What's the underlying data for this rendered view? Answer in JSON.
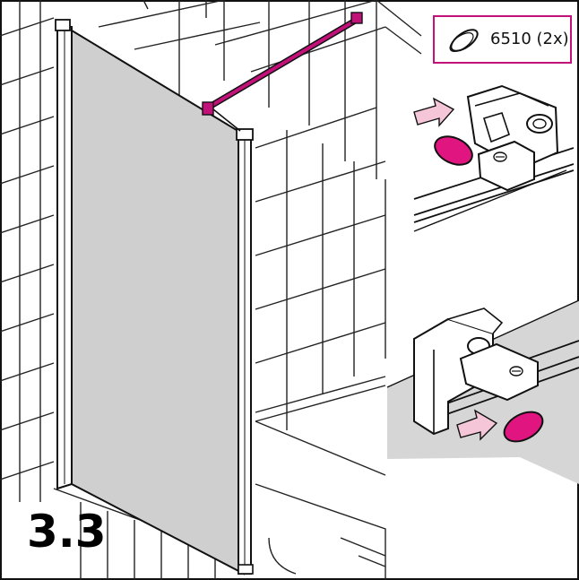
{
  "step": {
    "number": "3.3"
  },
  "part": {
    "code": "6510 (2x)",
    "icon": "oval-cap-icon"
  },
  "colors": {
    "accent": "#c2127a",
    "accent_fill": "#e0157f",
    "arrow_fill": "#f4c6d8",
    "glass_panel": "#cfcfcf",
    "floor_gray": "#d6d6d6",
    "line": "#111111"
  },
  "icons": [
    "oval-cap-icon",
    "push-arrow-icon",
    "wall-bracket-icon",
    "glass-panel",
    "support-bar"
  ]
}
